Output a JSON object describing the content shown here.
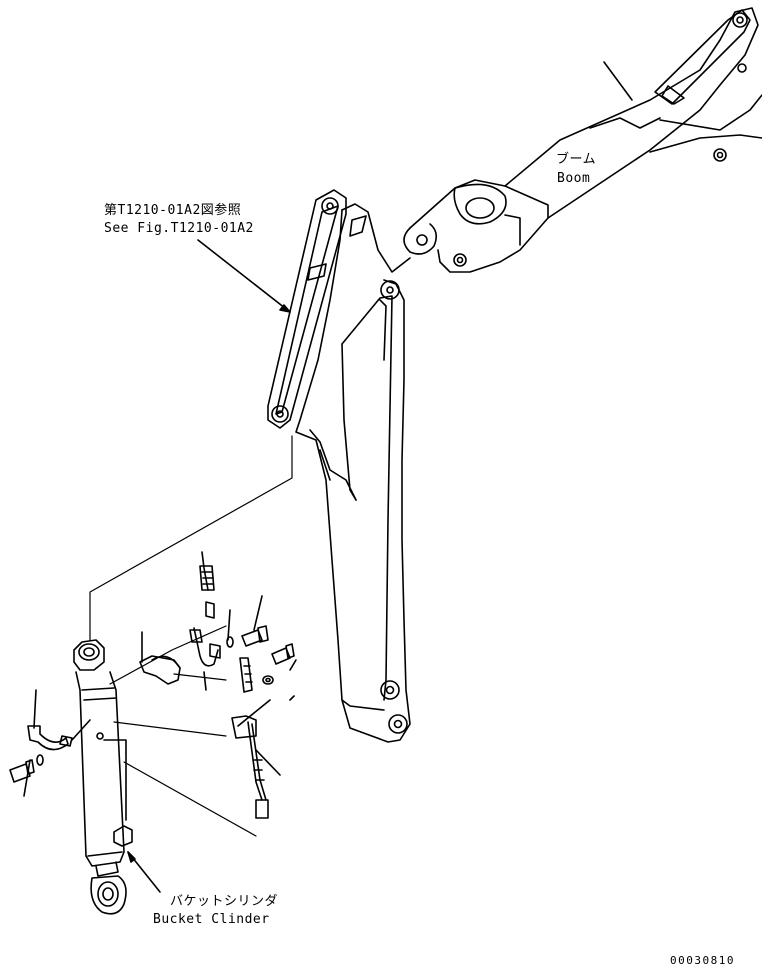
{
  "labels": {
    "boom_jp": "ブーム",
    "boom_en": "Boom",
    "reference_jp": "第T1210-01A2図参照",
    "reference_en": "See Fig.T1210-01A2",
    "cylinder_jp": "バケットシリンダ",
    "cylinder_en": "Bucket Clinder",
    "drawing_number": "00030810"
  },
  "colors": {
    "line": "#000000",
    "background": "#ffffff"
  }
}
